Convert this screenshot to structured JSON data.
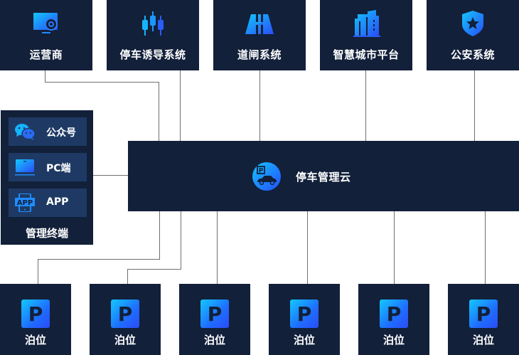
{
  "top_nodes": [
    {
      "label": "运营商",
      "icon": "monitor-gear-icon"
    },
    {
      "label": "停车诱导系统",
      "icon": "candlestick-icon"
    },
    {
      "label": "道闸系统",
      "icon": "road-barrier-icon"
    },
    {
      "label": "智慧城市平台",
      "icon": "city-buildings-icon"
    },
    {
      "label": "公安系统",
      "icon": "shield-star-icon"
    }
  ],
  "hub": {
    "label": "停车管理云",
    "icon": "parking-car-icon"
  },
  "terminal": {
    "title": "管理终端",
    "items": [
      {
        "label": "公众号",
        "icon": "wechat-icon"
      },
      {
        "label": "PC端",
        "icon": "laptop-icon"
      },
      {
        "label": "APP",
        "icon": "app-phone-icon",
        "badge": "APP"
      }
    ]
  },
  "bottom_nodes": [
    {
      "label": "泊位",
      "icon_text": "P"
    },
    {
      "label": "泊位",
      "icon_text": "P"
    },
    {
      "label": "泊位",
      "icon_text": "P"
    },
    {
      "label": "泊位",
      "icon_text": "P"
    },
    {
      "label": "泊位",
      "icon_text": "P"
    },
    {
      "label": "泊位",
      "icon_text": "P"
    }
  ],
  "colors": {
    "box": "#12203a",
    "item": "#1e3a64",
    "accent_start": "#12c8ff",
    "accent_end": "#2a4cf6",
    "line": "#707070"
  }
}
